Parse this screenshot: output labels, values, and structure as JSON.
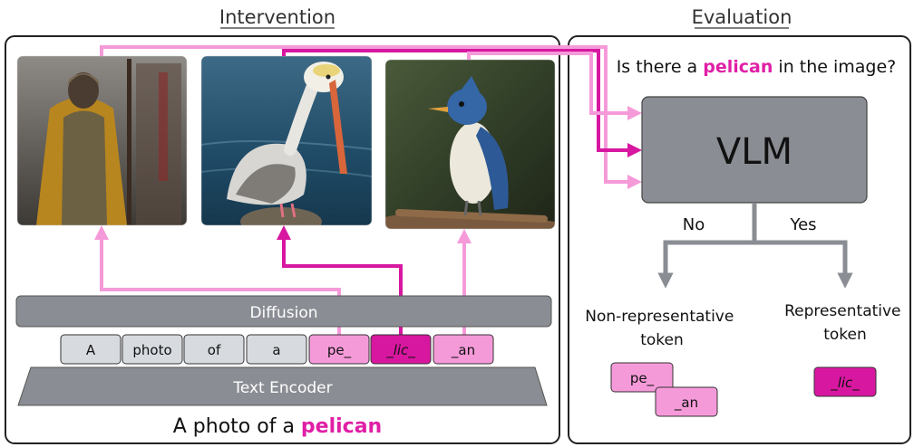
{
  "sections": {
    "intervention_title": "Intervention",
    "evaluation_title": "Evaluation"
  },
  "question": {
    "prefix": "Is there a",
    "keyword": "pelican",
    "suffix": "in the image?"
  },
  "vlm_label": "VLM",
  "branches": {
    "no": "No",
    "yes": "Yes"
  },
  "outcomes": {
    "non_representative": [
      "Non-representative",
      "token"
    ],
    "representative": [
      "Representative",
      "token"
    ]
  },
  "diffusion_label": "Diffusion",
  "text_encoder_label": "Text Encoder",
  "tokens": [
    {
      "text": "A",
      "type": "plain"
    },
    {
      "text": "photo",
      "type": "plain"
    },
    {
      "text": "of",
      "type": "plain"
    },
    {
      "text": "a",
      "type": "plain"
    },
    {
      "text": "pe_",
      "type": "light"
    },
    {
      "text": "_lic_",
      "type": "dark"
    },
    {
      "text": "_an",
      "type": "light"
    }
  ],
  "caption": {
    "prefix": "A photo of a",
    "keyword": "pelican"
  },
  "result_tokens": {
    "non_representative": [
      "pe_",
      "_an"
    ],
    "representative": [
      "_lic_"
    ]
  },
  "images": [
    {
      "name": "man-in-cloak-image",
      "subject": "man in yellow cloak"
    },
    {
      "name": "pelican-image",
      "subject": "pelican"
    },
    {
      "name": "kingfisher-image",
      "subject": "blue bird"
    }
  ],
  "colors": {
    "light_pink": "#f59ad9",
    "magenta": "#d817a0",
    "gray_box": "#8a8d93",
    "token_gray": "#d7dbe0",
    "accent": "#e01fa6"
  }
}
